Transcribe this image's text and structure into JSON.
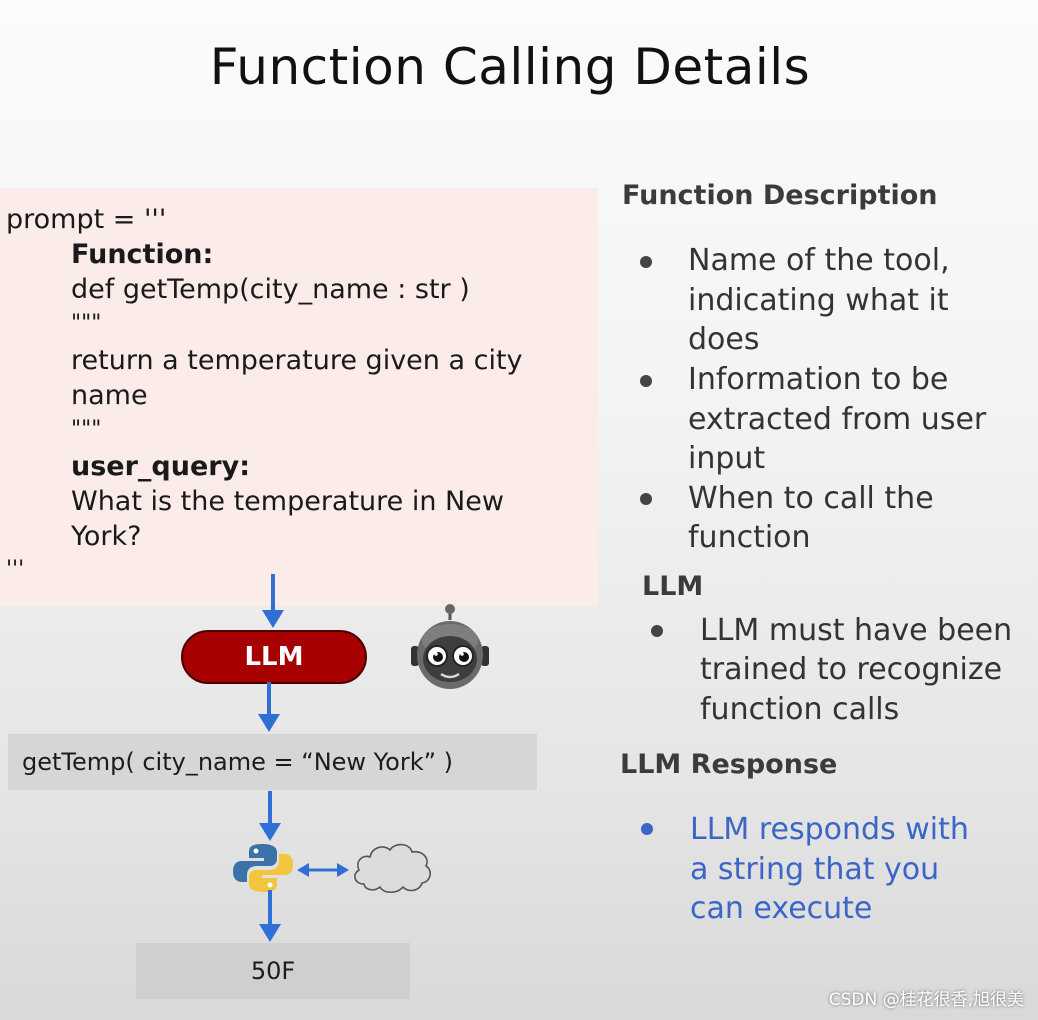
{
  "title": "Function Calling Details",
  "prompt": {
    "open": "prompt = '''",
    "function_label": "Function:",
    "def_line": "def getTemp(city_name : str )",
    "doc_open": "\"\"\"",
    "doc_line1": "return a temperature given a city",
    "doc_line2": "name",
    "doc_close": "\"\"\"",
    "user_query_label": "user_query:",
    "query_line1": "What is the temperature in New",
    "query_line2": "York?",
    "close": "'''"
  },
  "flow": {
    "llm_label": "LLM",
    "robot_icon": "robot-icon",
    "function_call": "getTemp( city_name = “New York” )",
    "python_icon": "python-logo-icon",
    "cloud_icon": "cloud-icon",
    "result": "50F",
    "arrow_color": "#2f6fd6"
  },
  "sections": {
    "function_description": {
      "heading": "Function Description",
      "bullets": [
        [
          "Name of the tool,",
          "indicating what it",
          "does"
        ],
        [
          "Information to be",
          "extracted from user",
          "input"
        ],
        [
          "When to call the",
          "function"
        ]
      ]
    },
    "llm": {
      "heading": "LLM",
      "bullets": [
        [
          "LLM must have been",
          "trained to recognize",
          "function calls"
        ]
      ]
    },
    "llm_response": {
      "heading": "LLM Response",
      "bullets": [
        [
          "LLM responds with",
          "a string that you",
          "can execute"
        ]
      ],
      "accent_color": "#3b66c7"
    }
  },
  "watermark": "CSDN @桂花很香,旭很美"
}
